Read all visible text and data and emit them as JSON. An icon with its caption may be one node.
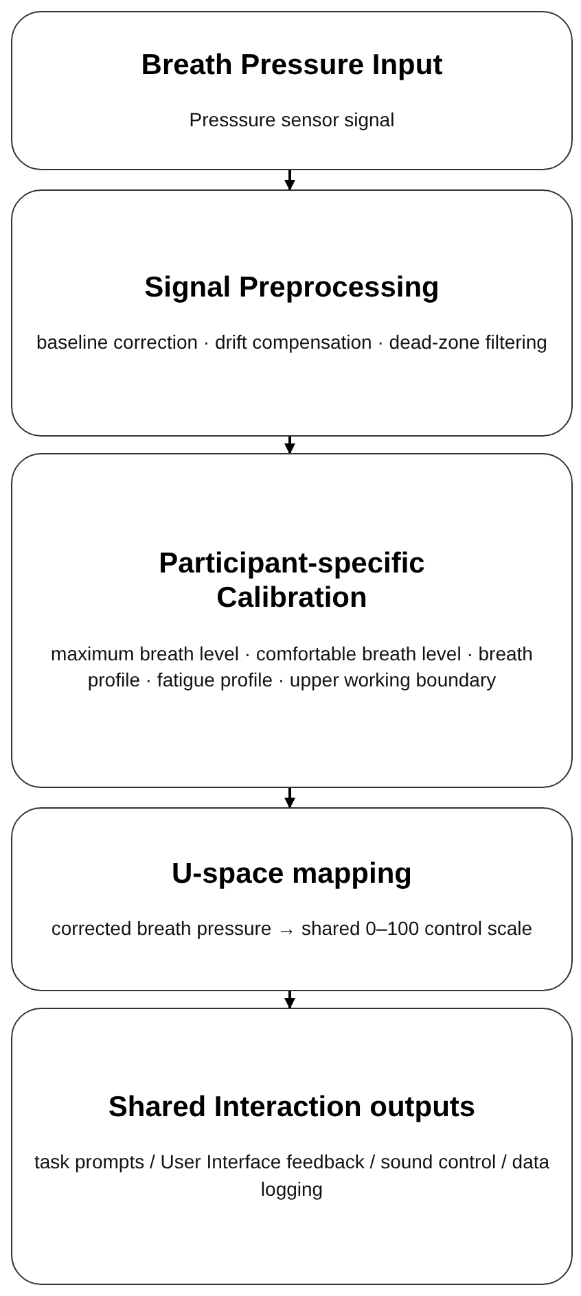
{
  "diagram": {
    "nodes": [
      {
        "text": [
          "Breath Pressure Input",
          "Presssure sensor signal"
        ]
      },
      {
        "text": [
          "Signal Preprocessing",
          "baseline correction · drift compensation · dead-zone filtering"
        ]
      },
      {
        "text": [
          "Participant-specific Calibration",
          "maximum breath level · comfortable breath level · breath profile · fatigue profile · upper working boundary"
        ]
      },
      {
        "text": [
          "U-space mapping",
          "corrected breath pressure → shared 0–100 control scale"
        ]
      },
      {
        "text": [
          "Shared Interaction outputs",
          "task prompts / User Interface feedback / sound control / data logging"
        ]
      }
    ],
    "edges": [
      {
        "from": 0,
        "to": 1,
        "arrow": "to"
      },
      {
        "from": 1,
        "to": 2,
        "arrow": "to"
      },
      {
        "from": 2,
        "to": 3,
        "arrow": "to"
      },
      {
        "from": 3,
        "to": 4,
        "arrow": "to"
      }
    ]
  }
}
